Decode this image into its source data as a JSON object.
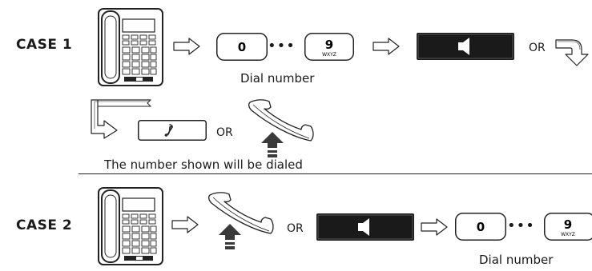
{
  "case1": {
    "label": "CASE 1",
    "dial_caption": "Dial number",
    "or_1": "OR",
    "or_2": "OR",
    "result_caption": "The number shown will be dialed"
  },
  "case2": {
    "label": "CASE 2",
    "or_1": "OR",
    "dial_caption": "Dial number"
  },
  "keys": {
    "zero": "0",
    "nine": "9",
    "nine_sub": "WXYZ",
    "dots": "•••"
  },
  "icons": {
    "phone": "desk-phone-icon",
    "speaker": "speaker-button-icon",
    "handset": "handset-icon",
    "arrow": "hollow-right-arrow-icon",
    "redial": "redial-key-icon",
    "lift": "lift-up-arrow-icon"
  }
}
